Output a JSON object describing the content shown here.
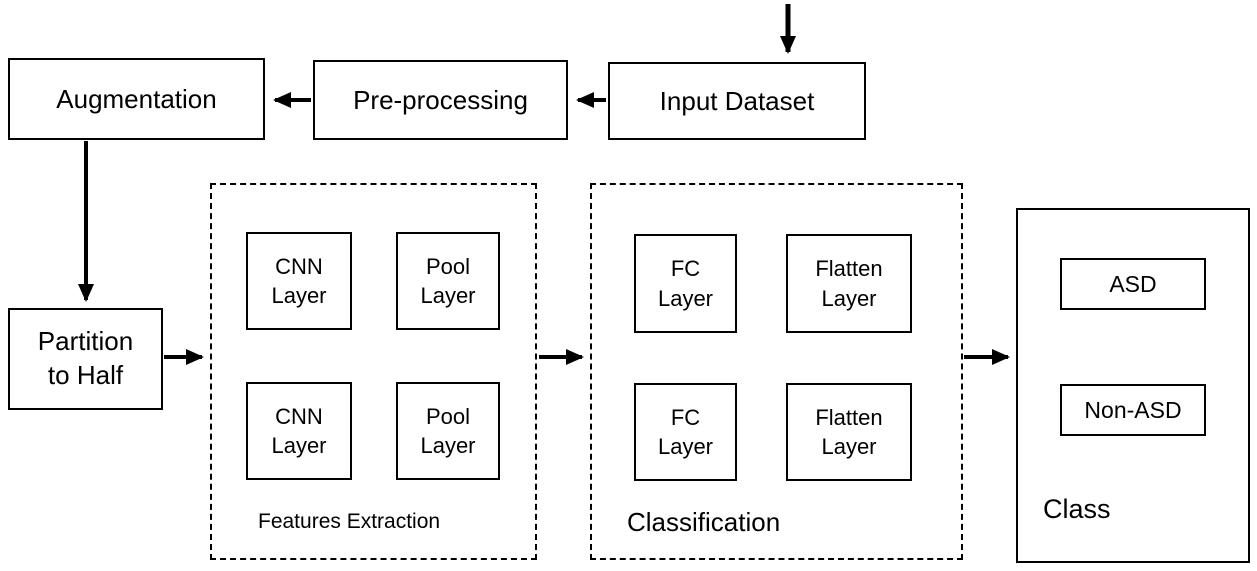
{
  "flow": {
    "augmentation": "Augmentation",
    "preprocessing": "Pre-processing",
    "input_dataset": "Input Dataset",
    "partition": {
      "line1": "Partition",
      "line2": "to Half"
    }
  },
  "features_extraction": {
    "label": "Features Extraction",
    "boxes": [
      {
        "line1": "CNN",
        "line2": "Layer"
      },
      {
        "line1": "Pool",
        "line2": "Layer"
      },
      {
        "line1": "CNN",
        "line2": "Layer"
      },
      {
        "line1": "Pool",
        "line2": "Layer"
      }
    ]
  },
  "classification": {
    "label": "Classification",
    "boxes": [
      {
        "line1": "FC",
        "line2": "Layer"
      },
      {
        "line1": "Flatten",
        "line2": "Layer"
      },
      {
        "line1": "FC",
        "line2": "Layer"
      },
      {
        "line1": "Flatten",
        "line2": "Layer"
      }
    ]
  },
  "class_panel": {
    "label": "Class",
    "options": [
      "ASD",
      "Non-ASD"
    ]
  },
  "colors": {
    "line": "#000000",
    "background": "#ffffff"
  }
}
